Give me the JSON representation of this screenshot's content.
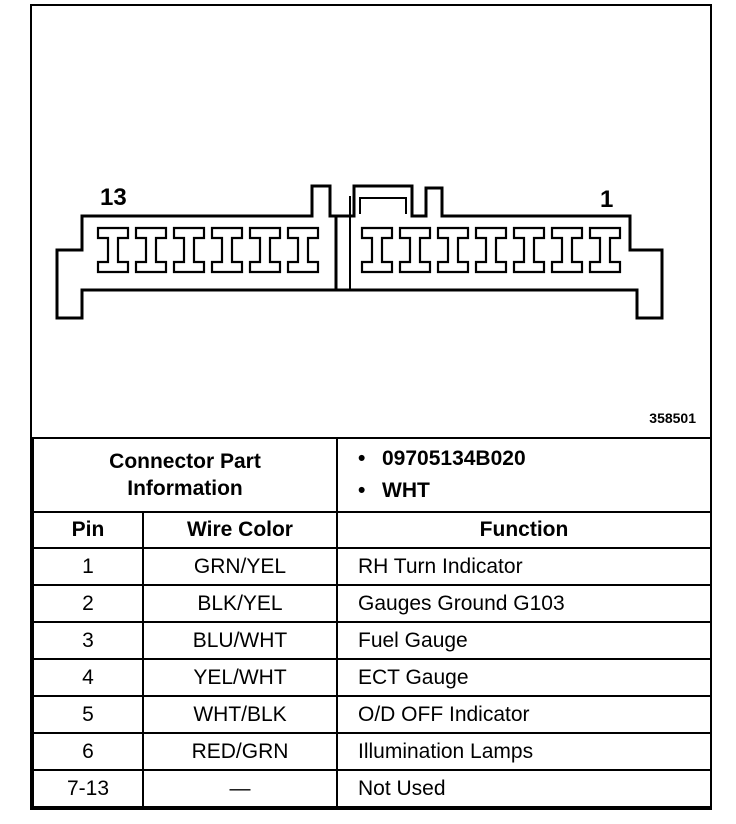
{
  "diagram": {
    "pin_left_label": "13",
    "pin_right_label": "1",
    "figure_number": "358501"
  },
  "info": {
    "title_line1": "Connector Part",
    "title_line2": "Information",
    "items": [
      "09705134B020",
      "WHT"
    ]
  },
  "table": {
    "headers": [
      "Pin",
      "Wire Color",
      "Function"
    ],
    "rows": [
      {
        "pin": "1",
        "wire_color": "GRN/YEL",
        "function": "RH Turn Indicator"
      },
      {
        "pin": "2",
        "wire_color": "BLK/YEL",
        "function": "Gauges Ground G103"
      },
      {
        "pin": "3",
        "wire_color": "BLU/WHT",
        "function": "Fuel Gauge"
      },
      {
        "pin": "4",
        "wire_color": "YEL/WHT",
        "function": "ECT Gauge"
      },
      {
        "pin": "5",
        "wire_color": "WHT/BLK",
        "function": "O/D OFF Indicator"
      },
      {
        "pin": "6",
        "wire_color": "RED/GRN",
        "function": "Illumination Lamps"
      },
      {
        "pin": "7-13",
        "wire_color": "—",
        "function": "Not Used"
      }
    ]
  }
}
